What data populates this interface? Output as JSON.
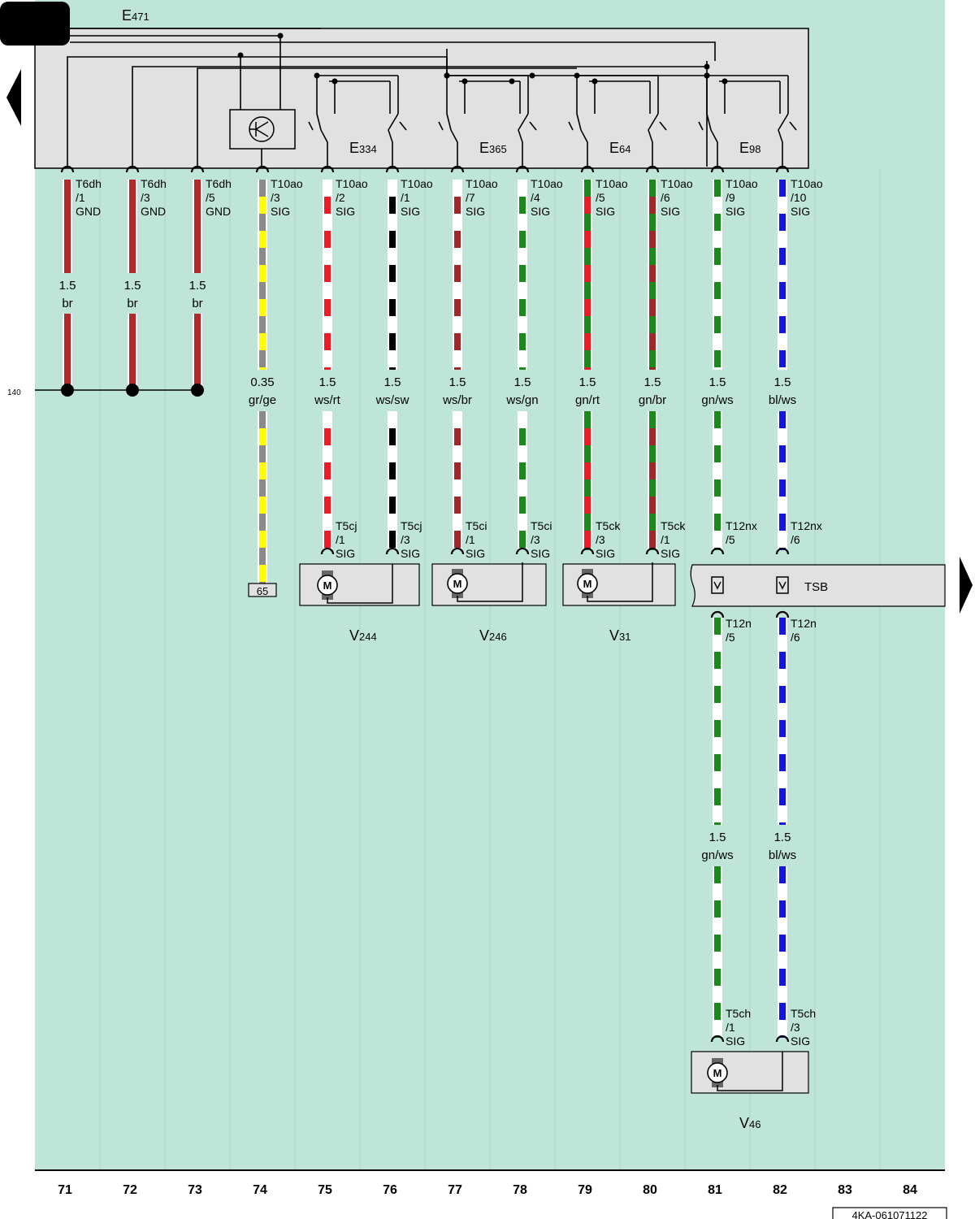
{
  "components": {
    "controller": {
      "name": "E",
      "sub": "471"
    },
    "switches": [
      {
        "name": "E",
        "sub": "334"
      },
      {
        "name": "E",
        "sub": "365"
      },
      {
        "name": "E",
        "sub": "64"
      },
      {
        "name": "E",
        "sub": "98"
      }
    ],
    "motors": [
      {
        "name": "V",
        "sub": "244",
        "glyph": "M"
      },
      {
        "name": "V",
        "sub": "246",
        "glyph": "M"
      },
      {
        "name": "V",
        "sub": "31",
        "glyph": "M"
      },
      {
        "name": "V",
        "sub": "46",
        "glyph": "M"
      }
    ],
    "tsb_label": "TSB",
    "ground_ref": "140",
    "ref_box": "65"
  },
  "wires": [
    {
      "col": 1,
      "conn": [
        "T6dh",
        "/1",
        "GND"
      ],
      "size": "1.5",
      "color": "br",
      "stripes": [
        "#b0282a",
        "#b0282a"
      ]
    },
    {
      "col": 2,
      "conn": [
        "T6dh",
        "/3",
        "GND"
      ],
      "size": "1.5",
      "color": "br",
      "stripes": [
        "#b0282a",
        "#b0282a"
      ]
    },
    {
      "col": 3,
      "conn": [
        "T6dh",
        "/5",
        "GND"
      ],
      "size": "1.5",
      "color": "br",
      "stripes": [
        "#b0282a",
        "#b0282a"
      ]
    },
    {
      "col": 4,
      "conn": [
        "T10ao",
        "/3",
        "SIG"
      ],
      "size": "0.35",
      "color": "gr/ge",
      "stripes": [
        "#8a8a8a",
        "#ffff00"
      ]
    },
    {
      "col": 5,
      "conn": [
        "T10ao",
        "/2",
        "SIG"
      ],
      "size": "1.5",
      "color": "ws/rt",
      "stripes": [
        "#ffffff",
        "#ee1c24"
      ],
      "end": [
        "T5cj",
        "/1",
        "SIG"
      ]
    },
    {
      "col": 6,
      "conn": [
        "T10ao",
        "/1",
        "SIG"
      ],
      "size": "1.5",
      "color": "ws/sw",
      "stripes": [
        "#ffffff",
        "#000000"
      ],
      "end": [
        "T5cj",
        "/3",
        "SIG"
      ]
    },
    {
      "col": 7,
      "conn": [
        "T10ao",
        "/7",
        "SIG"
      ],
      "size": "1.5",
      "color": "ws/br",
      "stripes": [
        "#ffffff",
        "#a0282a"
      ],
      "end": [
        "T5ci",
        "/1",
        "SIG"
      ]
    },
    {
      "col": 8,
      "conn": [
        "T10ao",
        "/4",
        "SIG"
      ],
      "size": "1.5",
      "color": "ws/gn",
      "stripes": [
        "#ffffff",
        "#1a8a1a"
      ],
      "end": [
        "T5ci",
        "/3",
        "SIG"
      ]
    },
    {
      "col": 9,
      "conn": [
        "T10ao",
        "/5",
        "SIG"
      ],
      "size": "1.5",
      "color": "gn/rt",
      "stripes": [
        "#1a8a1a",
        "#ee1c24"
      ],
      "end": [
        "T5ck",
        "/3",
        "SIG"
      ]
    },
    {
      "col": 10,
      "conn": [
        "T10ao",
        "/6",
        "SIG"
      ],
      "size": "1.5",
      "color": "gn/br",
      "stripes": [
        "#1a8a1a",
        "#a0282a"
      ],
      "end": [
        "T5ck",
        "/1",
        "SIG"
      ]
    },
    {
      "col": 11,
      "conn": [
        "T10ao",
        "/9",
        "SIG"
      ],
      "size": "1.5",
      "color": "gn/ws",
      "stripes": [
        "#1a8a1a",
        "#ffffff"
      ],
      "end": [
        "T12nx",
        "/5"
      ],
      "lower": {
        "top": [
          "T12n",
          "/5"
        ],
        "size": "1.5",
        "color": "gn/ws",
        "end": [
          "T5ch",
          "/1",
          "SIG"
        ]
      }
    },
    {
      "col": 12,
      "conn": [
        "T10ao",
        "/10",
        "SIG"
      ],
      "size": "1.5",
      "color": "bl/ws",
      "stripes": [
        "#1515e0",
        "#ffffff"
      ],
      "end": [
        "T12nx",
        "/6"
      ],
      "lower": {
        "top": [
          "T12n",
          "/6"
        ],
        "size": "1.5",
        "color": "bl/ws",
        "end": [
          "T5ch",
          "/3",
          "SIG"
        ]
      }
    }
  ],
  "columns": [
    "71",
    "72",
    "73",
    "74",
    "75",
    "76",
    "77",
    "78",
    "79",
    "80",
    "81",
    "82",
    "83",
    "84"
  ],
  "footer_code": "4KA-061071122",
  "colors": {
    "background": "#bfe5d9",
    "box": "#e1e1e1"
  }
}
